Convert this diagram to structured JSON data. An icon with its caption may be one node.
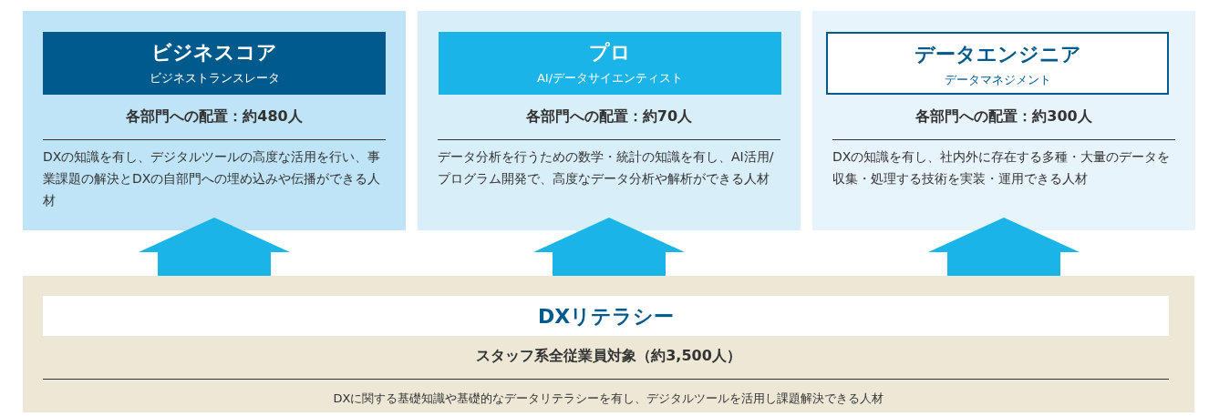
{
  "diagram": {
    "nodes": [
      {
        "text": [
          "各部門への配置：約480人",
          "DXの知識を有し、デジタルツールの高度な活用を行い、事業課題の解決とDXの自部門への埋め込みや伝播ができる人材"
        ]
      },
      {
        "text": [
          "ビジネスコア",
          "ビジネストランスレータ"
        ],
        "in": 0
      },
      {
        "text": [
          "各部門への配置：約70人",
          "データ分析を行うための数学・統計の知識を有し、AI活用/プログラム開発で、高度なデータ分析や解析ができる人材"
        ]
      },
      {
        "text": [
          "プロ",
          "AI/データサイエンティスト"
        ],
        "in": 2
      },
      {
        "text": [
          "各部門への配置：約300人",
          "DXの知識を有し、社内外に存在する多種・大量のデータを収集・処理する技術を実装・運用できる人材"
        ]
      },
      {
        "text": [
          "データエンジニア",
          "データマネジメント"
        ],
        "in": 4
      },
      {
        "text": [
          "スタッフ系全従業員対象（約3,500人）",
          "DXに関する基礎知識や基礎的なデータリテラシーを有し、デジタルツールを活用し課題解決できる人材"
        ]
      },
      {
        "text": [
          "DXリテラシー"
        ],
        "in": 6
      }
    ],
    "edges": [
      {
        "from": 6,
        "to": 0,
        "arrow": "to"
      },
      {
        "from": 6,
        "to": 2,
        "arrow": "to"
      },
      {
        "from": 6,
        "to": 4,
        "arrow": "to"
      }
    ]
  }
}
